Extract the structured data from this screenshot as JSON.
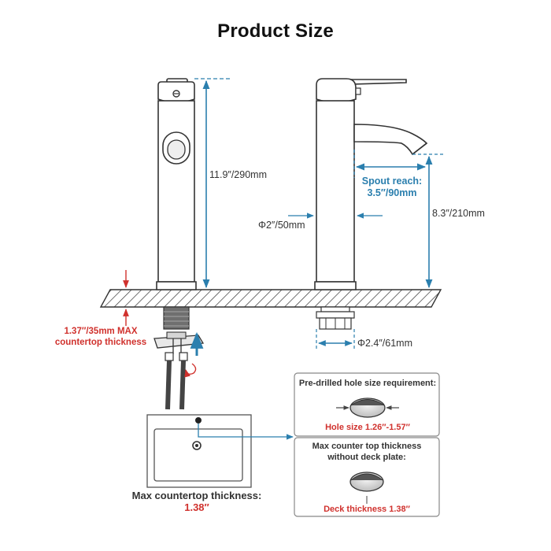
{
  "title": "Product Size",
  "dimensions": {
    "height_total": "11.9″/290mm",
    "body_diameter": "Φ2″/50mm",
    "spout_reach_line1": "Spout reach:",
    "spout_reach_line2": "3.5″/90mm",
    "spout_height": "8.3″/210mm",
    "base_diameter": "Φ2.4″/61mm",
    "countertop_line1": "1.37″/35mm MAX",
    "countertop_line2": "countertop thickness"
  },
  "sink": {
    "caption": "Max countertop thickness:",
    "value": "1.38″"
  },
  "panels": {
    "hole": {
      "heading": "Pre-drilled hole size requirement:",
      "label": "Hole size 1.26″-1.57″"
    },
    "deck": {
      "heading_line1": "Max counter top thickness",
      "heading_line2": "without deck plate:",
      "label": "Deck thickness 1.38″"
    }
  },
  "colors": {
    "dimension_blue": "#2b7fae",
    "warning_red": "#d0312d",
    "outline": "#333333"
  }
}
